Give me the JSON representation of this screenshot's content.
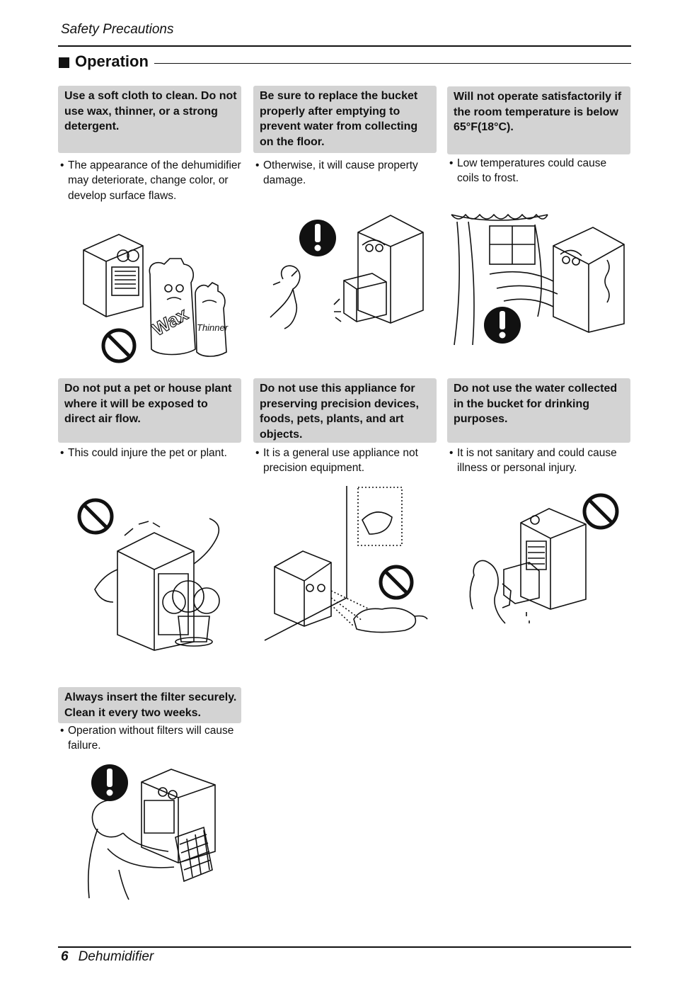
{
  "header": {
    "title": "Safety  Precautions"
  },
  "section": {
    "title": "Operation"
  },
  "cards": [
    {
      "heading": "Use a soft cloth to clean. Do not use wax, thinner, or a strong detergent.",
      "bullet": "•",
      "note": "The appearance of the dehumidifier may deteriorate, change color, or develop surface flaws.",
      "illustration": {
        "symbol": "prohibition-icon",
        "labels": [
          "Wax",
          "Thinner"
        ]
      }
    },
    {
      "heading": "Be sure to replace the bucket properly after emptying to prevent water from collecting on the floor.",
      "bullet": "•",
      "note": "Otherwise, it will cause property damage.",
      "illustration": {
        "symbol": "warning-exclamation-icon"
      }
    },
    {
      "heading": "Will not operate satisfactorily if the room temperature is below 65°F(18°C).",
      "bullet": "•",
      "note": "Low temperatures could cause coils to frost.",
      "illustration": {
        "symbol": "warning-exclamation-icon"
      }
    },
    {
      "heading": "Do not put a pet or house plant where it will be exposed to direct air flow.",
      "bullet": "•",
      "note": "This could injure the pet or plant.",
      "illustration": {
        "symbol": "prohibition-icon"
      }
    },
    {
      "heading": "Do not use this appliance for preserving precision devices, foods, pets, plants, and art objects.",
      "bullet": "•",
      "note": "It is a general use appliance not precision equipment.",
      "illustration": {
        "symbol": "prohibition-icon"
      }
    },
    {
      "heading": "Do not use the water collected in the bucket for drinking purposes.",
      "bullet": "•",
      "note": "It is not sanitary and could cause illness or personal injury.",
      "illustration": {
        "symbol": "prohibition-icon"
      }
    },
    {
      "heading": "Always insert the filter securely. Clean it every two weeks.",
      "bullet": "•",
      "note": "Operation without filters will cause failure.",
      "illustration": {
        "symbol": "warning-exclamation-icon"
      }
    }
  ],
  "footer": {
    "page_number": "6",
    "title": "Dehumidifier"
  },
  "colors": {
    "heading_background": "#d3d3d3",
    "rule": "#111111"
  }
}
